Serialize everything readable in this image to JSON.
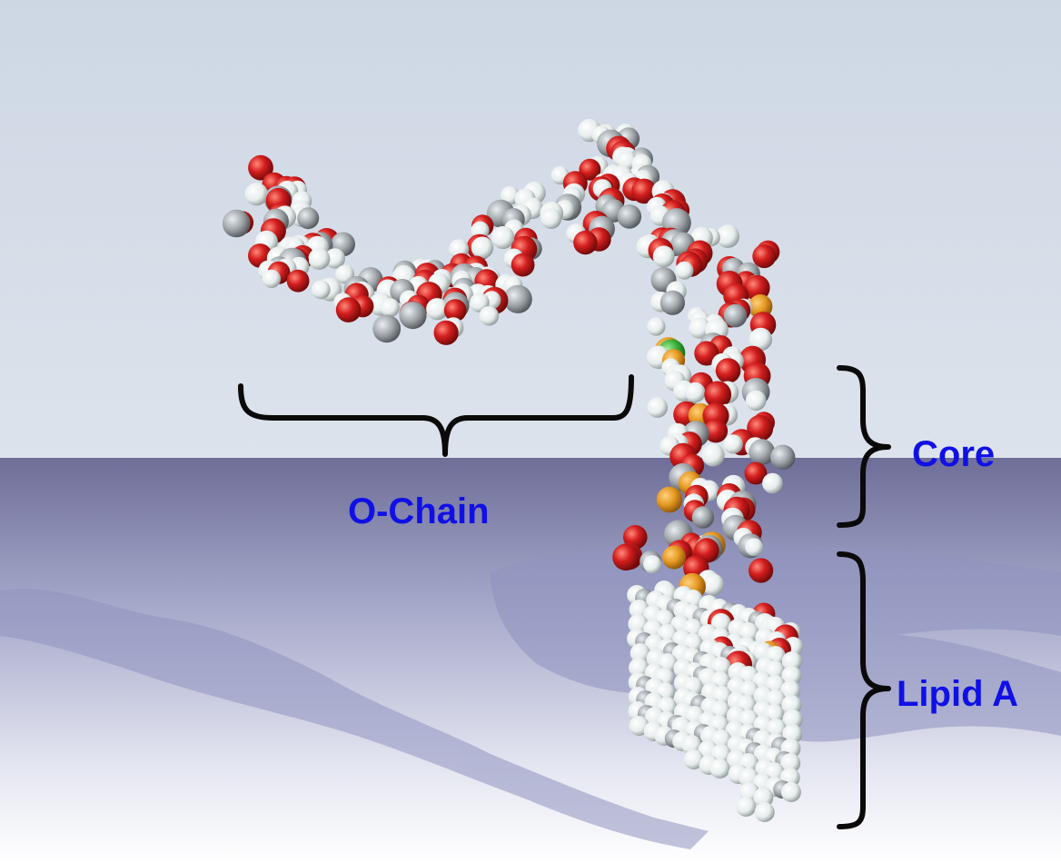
{
  "labels": {
    "o_chain": "O-Chain",
    "core": "Core",
    "lipid_a": "Lipid A"
  },
  "colors": {
    "label_text": "#1010e6",
    "bracket": "#0a0a0a",
    "sky_top": "#cdd7e4",
    "sky_bottom": "#dde3ec",
    "floor_top": "#6e6e98",
    "floor_bottom": "#ffffff",
    "shadow": "#8f93bf",
    "atom_oxygen": "#d41e1e",
    "atom_hydrogen": "#f2f4f4",
    "atom_carbon": "#9ea4a8",
    "atom_phosphorus": "#e69a22",
    "atom_nitrogen": "#3ab03a"
  },
  "icons": [
    "lipopolysaccharide-molecule-model",
    "curly-brace"
  ]
}
